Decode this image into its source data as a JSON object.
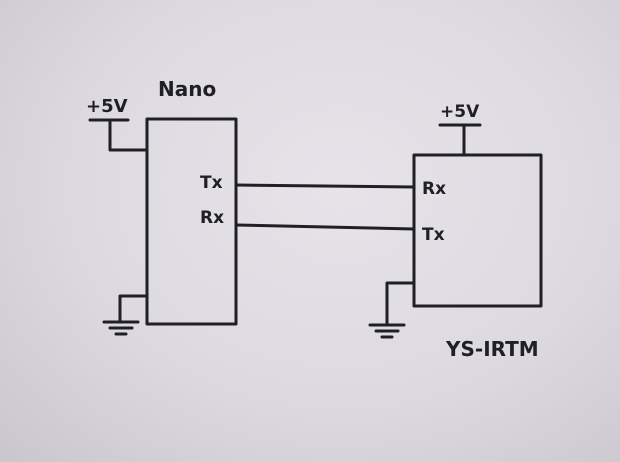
{
  "diagram": {
    "nano": {
      "title": "Nano",
      "power_label": "+5V",
      "tx_label": "Tx",
      "rx_label": "Rx"
    },
    "ys_irtm": {
      "title": "YS-IRTM",
      "power_label": "+5V",
      "rx_label": "Rx",
      "tx_label": "Tx"
    }
  }
}
